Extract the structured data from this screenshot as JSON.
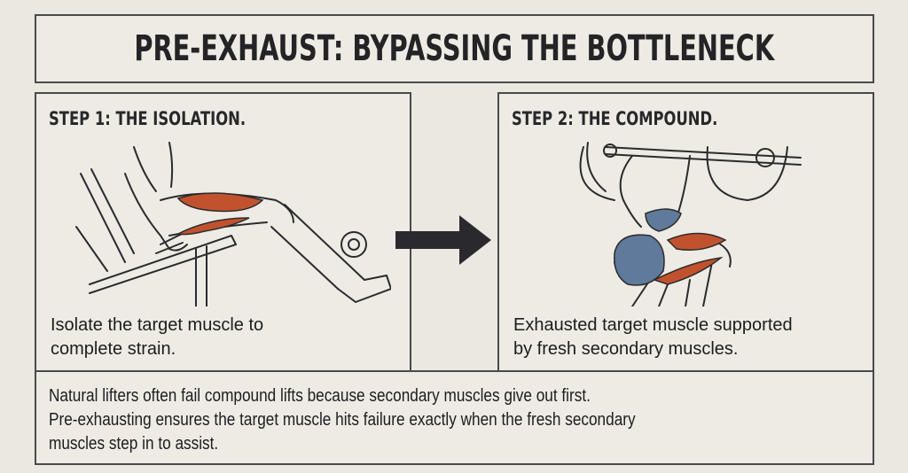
{
  "header": {
    "title": "PRE-EXHAUST: BYPASSING THE BOTTLENECK"
  },
  "steps": [
    {
      "title": "STEP 1: THE ISOLATION.",
      "illustration": "leg-extension-machine",
      "caption_line1": "Isolate the target muscle to",
      "caption_line2": "complete strain."
    },
    {
      "title": "STEP 2: THE COMPOUND.",
      "illustration": "barbell-squat",
      "caption_line1": "Exhausted target muscle supported",
      "caption_line2": "by fresh secondary muscles."
    }
  ],
  "connector": {
    "icon": "arrow-right-icon"
  },
  "footer": {
    "line1": "Natural lifters often fail compound lifts because secondary muscles give out first.",
    "line2": "Pre-exhausting ensures the target muscle hits failure exactly when the fresh secondary",
    "line3": "muscles step in to assist."
  },
  "colors": {
    "background": "#ebe8e2",
    "border": "#4a4a4c",
    "target_muscle": "#c2522e",
    "secondary_muscle": "#5f7a9a",
    "arrow": "#2a2a2e"
  }
}
